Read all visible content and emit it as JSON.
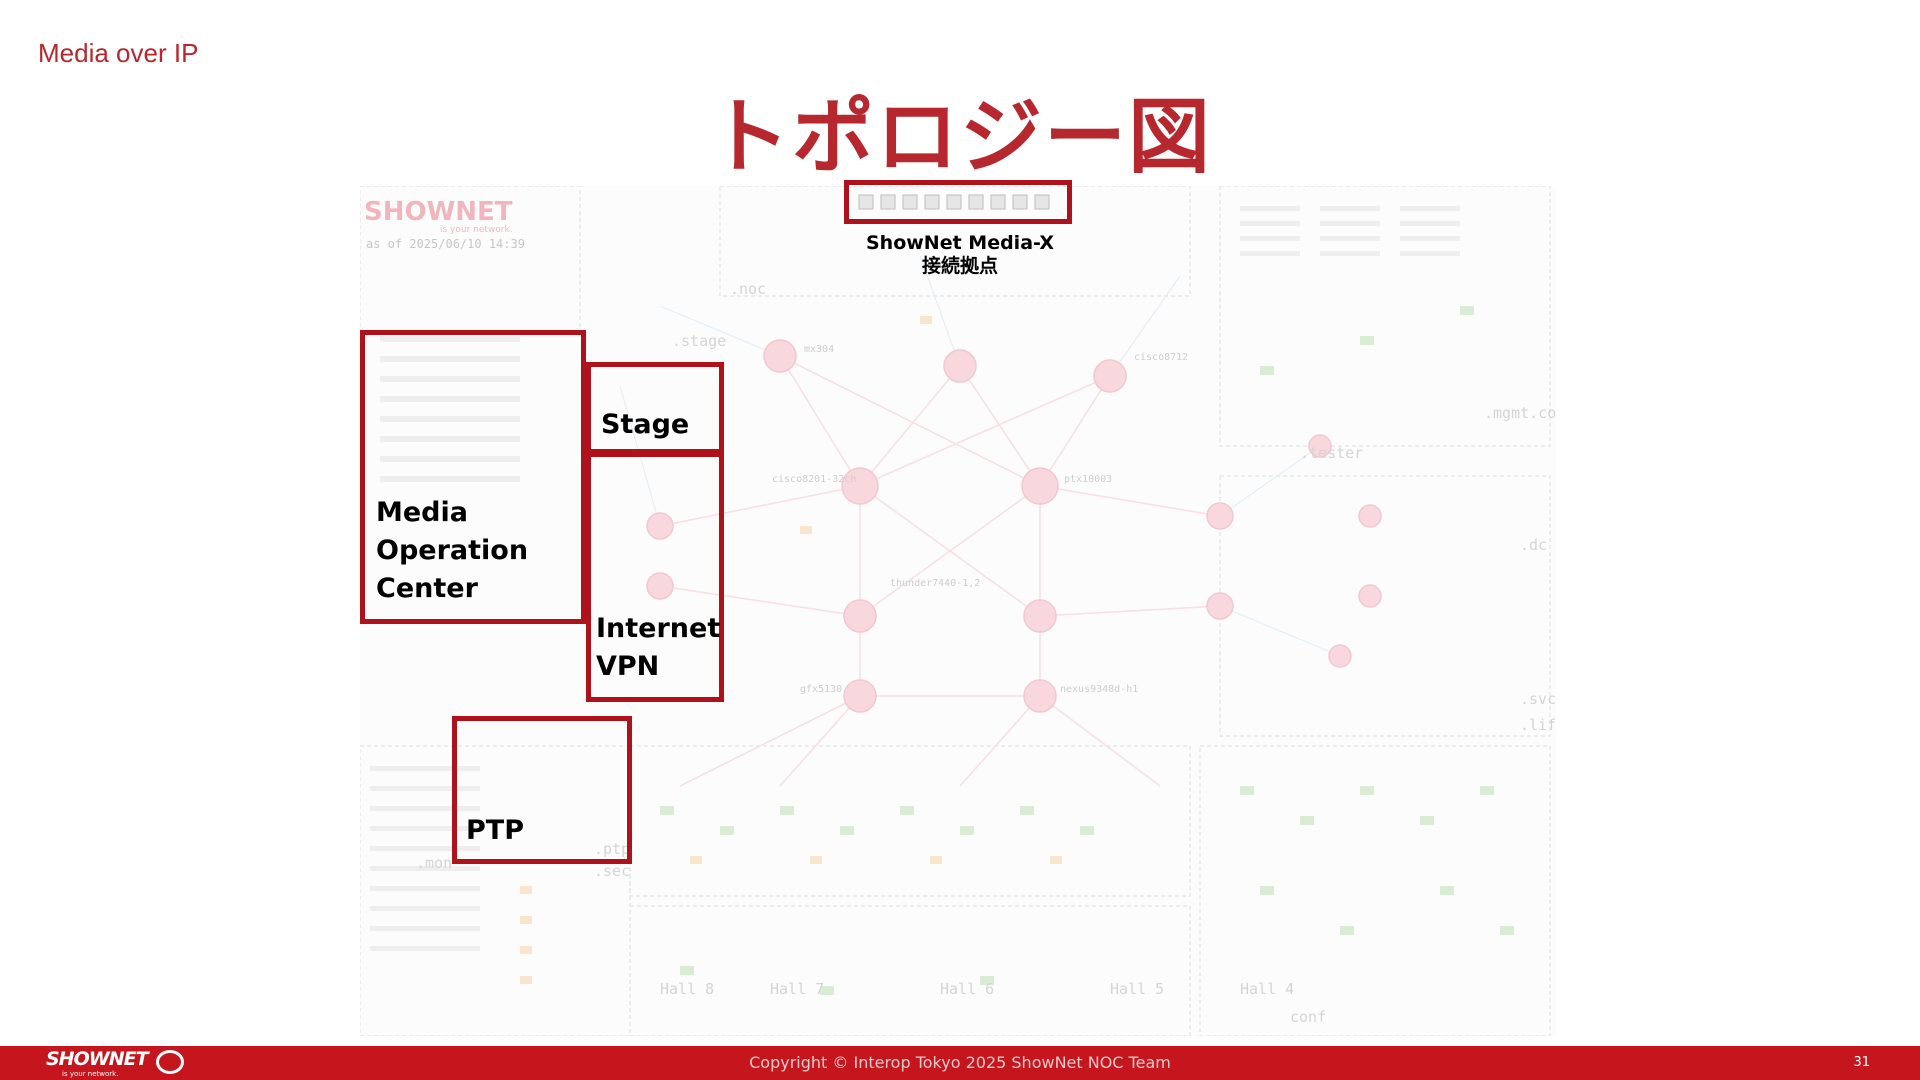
{
  "header": {
    "section": "Media over IP",
    "title": "トポロジー図"
  },
  "diagram": {
    "brand": "SHOWNET",
    "tagline": "is your network.",
    "as_of": "as of 2025/06/10 14:39",
    "core_nodes": [
      "cisco8712",
      "ptx10003",
      "mx304",
      "thunder7440-1,2",
      "cisco8201-32ch",
      "nexus9348d-h1",
      "gfx5130"
    ],
    "zones": [
      ".noc",
      ".stage",
      ".mgmt.con",
      ".tester",
      ".dc",
      ".svc",
      ".life",
      ".mon",
      ".ptp",
      ".sec",
      "Hall 8",
      "Hall 7",
      "Hall 6",
      "Hall 5",
      "Hall 4",
      "conf"
    ]
  },
  "highlights": {
    "mediax": {
      "line1": "ShowNet Media-X",
      "line2": "接続拠点"
    },
    "stage": "Stage",
    "moc": {
      "line1": "Media",
      "line2": "Operation",
      "line3": "Center"
    },
    "vpn": {
      "line1": "Internet",
      "line2": "VPN"
    },
    "ptp": "PTP"
  },
  "footer": {
    "logo": "SHOWNET",
    "logo_tag": "is your network.",
    "copyright": "Copyright © Interop Tokyo 2025 ShowNet NOC Team",
    "page": "31"
  },
  "colors": {
    "accent": "#b7282e",
    "box": "#b0121b",
    "footer": "#c5161d"
  }
}
